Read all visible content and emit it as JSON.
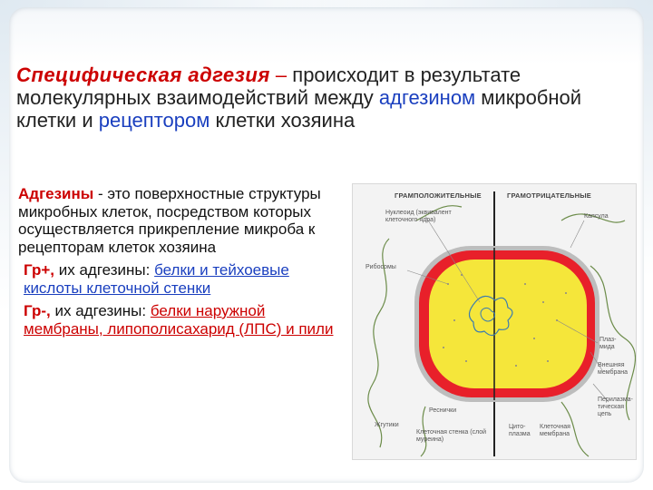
{
  "heading": {
    "term": "Специфическая адгезия",
    "dash": "–",
    "part1": " происходит в результате молекулярных взаимодействий между ",
    "adhesin": "адгезином",
    "part2": " микробной клетки и ",
    "receptor": "рецептором",
    "part3": " клетки хозяина"
  },
  "definition": {
    "term": "Адгезины",
    "text": " - это поверхностные структуры микробных клеток, посредством которых осуществляется прикрепление микроба к рецепторам клеток хозяина"
  },
  "gram_positive": {
    "label": "Гр+,",
    "text": " их адгезины: ",
    "link": "белки и тейхоевые кислоты клеточной стенки"
  },
  "gram_negative": {
    "label": "Гр-,",
    "text": " их адгезины: ",
    "link": "белки наружной мембраны, липополисахарид (ЛПС) и пили"
  },
  "figure": {
    "header_left": "ГРАМПОЛОЖИТЕЛЬНЫЕ",
    "header_right": "ГРАМОТРИЦАТЕЛЬНЫЕ",
    "labels": {
      "nucleoid": "Нуклеоид (эквивалент клеточного ядра)",
      "ribosomes": "Рибосомы",
      "flagella": "Жгутики",
      "pili": "Реснички",
      "cell_wall": "Клеточная стенка (слой муреина)",
      "cytoplasm": "Цито-плазма",
      "cell_membrane": "Клеточная мембрана",
      "capsule": "Капсула",
      "plasmid": "Плаз-мида",
      "outer_membrane": "Внешняя мембрана",
      "periplasmic_chain": "Перилазма-тическая цепь"
    }
  },
  "colors": {
    "accent_red": "#cc0000",
    "accent_blue": "#1a3fbf",
    "cell_yellow": "#f5e63a",
    "cell_wall_red": "#e8202a"
  }
}
